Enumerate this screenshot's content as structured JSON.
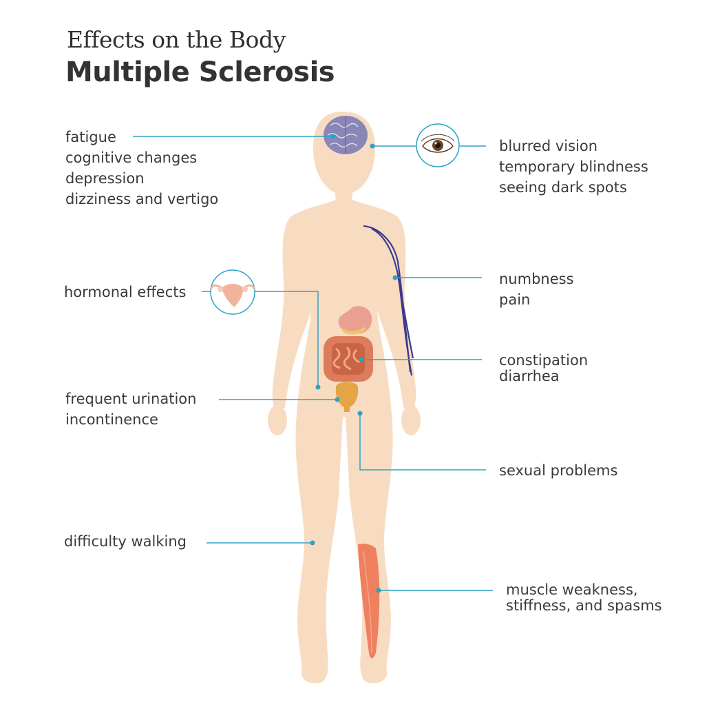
{
  "header": {
    "subtitle": "Effects on the Body",
    "title": "Multiple Sclerosis"
  },
  "colors": {
    "skin": "#f8dcc2",
    "callout_line": "#2aa3c7",
    "brain": "#8a86b6",
    "nerve": "#3b3a8f",
    "intestine": "#dd7c5c",
    "stomach": "#e9a090",
    "bladder": "#e5a445",
    "muscle": "#ee8060",
    "text": "#3a3a3a"
  },
  "labels": {
    "brain": [
      "fatigue",
      "cognitive changes",
      "depression",
      "dizziness and vertigo"
    ],
    "eyes": [
      "blurred vision",
      "temporary blindness",
      "seeing dark spots"
    ],
    "hormones": [
      "hormonal effects"
    ],
    "nerves": [
      "numbness",
      "pain"
    ],
    "bowel": [
      "constipation",
      "diarrhea"
    ],
    "bladder": [
      "frequent urination",
      "incontinence"
    ],
    "sexual": [
      "sexual problems"
    ],
    "walking": [
      "difficulty walking"
    ],
    "muscles": [
      "muscle weakness,",
      "stiffness, and spasms"
    ]
  },
  "icons": {
    "eye_inset": "eye-icon",
    "hormone_inset": "uterus-icon",
    "brain": "brain-icon"
  }
}
